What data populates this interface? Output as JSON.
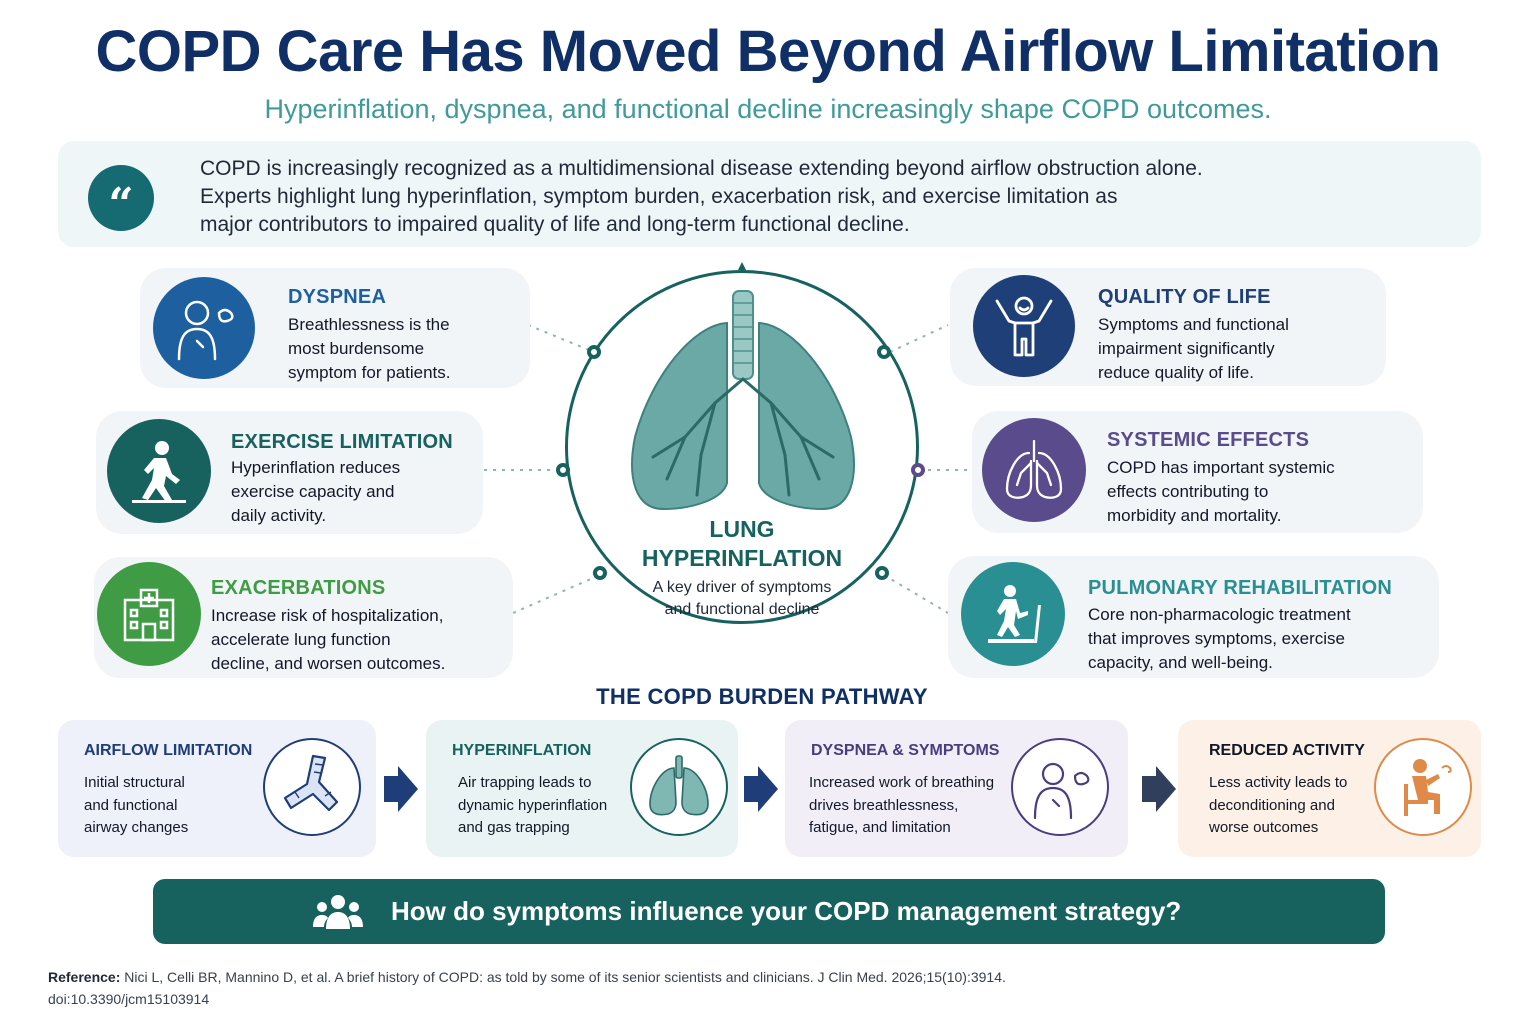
{
  "header": {
    "title": "COPD Care Has Moved Beyond Airflow Limitation",
    "subtitle": "Hyperinflation, dyspnea, and functional decline increasingly shape COPD outcomes."
  },
  "quote": {
    "icon": "quote-icon",
    "lines": [
      "COPD is increasingly recognized as a multidimensional disease extending beyond airflow obstruction alone.",
      "Experts highlight lung hyperinflation, symptom burden, exacerbation risk, and exercise limitation as",
      "major contributors to impaired quality of life and long-term functional decline."
    ]
  },
  "center": {
    "label_lines": [
      "LUNG",
      "HYPERINFLATION"
    ],
    "desc_lines": [
      "A key driver of symptoms",
      "and functional decline"
    ],
    "icon": "lungs-icon"
  },
  "factors": [
    {
      "title": "DYSPNEA",
      "lines": [
        "Breathlessness is the",
        "most burdensome",
        "symptom for patients."
      ],
      "color": "#1e5fa0",
      "icon": "breathless-person-icon"
    },
    {
      "title": "EXERCISE LIMITATION",
      "lines": [
        "Hyperinflation reduces",
        "exercise capacity and",
        "daily activity."
      ],
      "color": "#17625f",
      "icon": "walking-person-icon"
    },
    {
      "title": "EXACERBATIONS",
      "lines": [
        "Increase risk of hospitalization,",
        "accelerate lung function",
        "decline, and worsen outcomes."
      ],
      "color": "#3f9c44",
      "icon": "hospital-icon"
    },
    {
      "title": "QUALITY OF LIFE",
      "lines": [
        "Symptoms and functional",
        "impairment significantly",
        "reduce quality of life."
      ],
      "color": "#1e3f78",
      "icon": "happy-person-icon"
    },
    {
      "title": "SYSTEMIC EFFECTS",
      "lines": [
        "COPD has important systemic",
        "effects contributing to",
        "morbidity and mortality."
      ],
      "color": "#5a4b8c",
      "icon": "lungs-outline-icon"
    },
    {
      "title": "PULMONARY REHABILITATION",
      "lines": [
        "Core non-pharmacologic treatment",
        "that improves symptoms, exercise",
        "capacity, and well-being."
      ],
      "color": "#2a8f93",
      "icon": "treadmill-icon"
    }
  ],
  "pathway": {
    "title": "THE COPD BURDEN PATHWAY",
    "steps": [
      {
        "title": "AIRFLOW LIMITATION",
        "lines": [
          "Initial structural",
          "and functional",
          "airway changes"
        ],
        "accent": "#1f3d78",
        "bg": "#eef1f9",
        "icon": "airway-icon"
      },
      {
        "title": "HYPERINFLATION",
        "lines": [
          "Air trapping leads to",
          "dynamic hyperinflation",
          "and gas trapping"
        ],
        "accent": "#17625f",
        "bg": "#e9f3f3",
        "icon": "lungs-icon"
      },
      {
        "title": "DYSPNEA & SYMPTOMS",
        "lines": [
          "Increased work of breathing",
          "drives breathlessness,",
          "fatigue, and limitation"
        ],
        "accent": "#4b3d7d",
        "bg": "#f1eef8",
        "icon": "breathless-person-icon"
      },
      {
        "title": "REDUCED ACTIVITY",
        "lines": [
          "Less activity leads to",
          "deconditioning and",
          "worse outcomes"
        ],
        "accent": "#111827",
        "bg": "#fcf0e7",
        "icon": "seated-person-icon"
      }
    ]
  },
  "cta": {
    "text": "How do symptoms influence your COPD management strategy?",
    "icon": "people-group-icon"
  },
  "reference": {
    "label": "Reference:",
    "text": " Nici L, Celli BR, Mannino D, et al. A brief history of COPD: as told by some of its senior scientists and clinicians. J Clin Med. 2026;15(10):3914.",
    "doi": "doi:10.3390/jcm15103914"
  }
}
